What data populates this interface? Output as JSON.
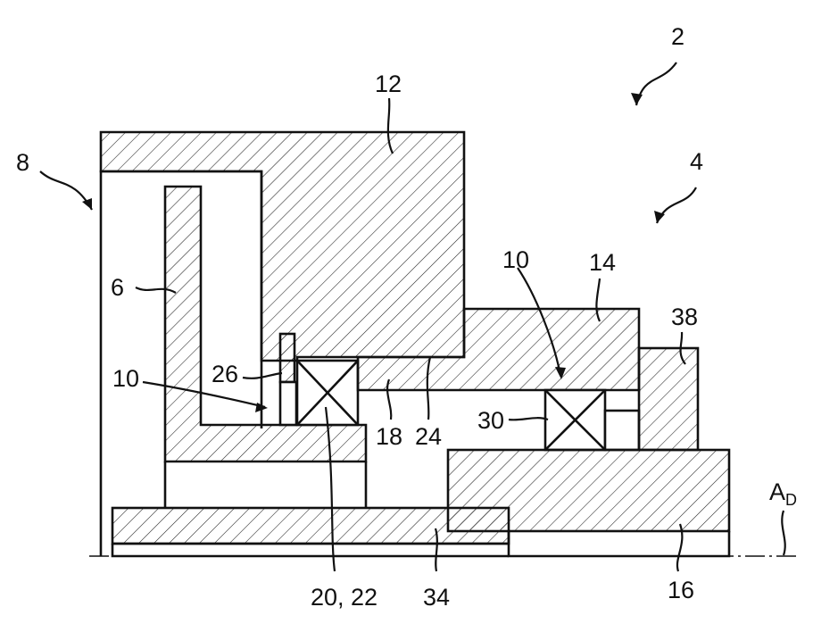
{
  "labels": {
    "l2": "2",
    "l4": "4",
    "l8": "8",
    "l12": "12",
    "l6": "6",
    "l10a": "10",
    "l10b": "10",
    "l14": "14",
    "l38": "38",
    "l26": "26",
    "l18": "18",
    "l24": "24",
    "l30": "30",
    "l20_22": "20, 22",
    "l34": "34",
    "l16": "16",
    "axis_main": "A",
    "axis_sub": "D"
  },
  "colors": {
    "line": "#111111",
    "hatch": "#222222",
    "background": "#ffffff"
  }
}
